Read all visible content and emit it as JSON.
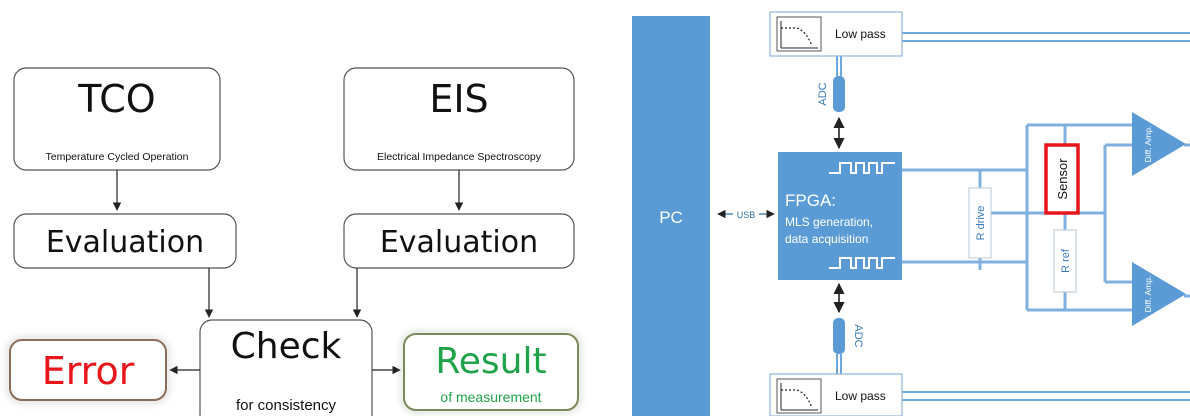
{
  "flowchart": {
    "tco": {
      "title": "TCO",
      "subtitle": "Temperature Cycled Operation"
    },
    "eis": {
      "title": "EIS",
      "subtitle": "Electrical Impedance Spectroscopy"
    },
    "evaluation_left": "Evaluation",
    "evaluation_right": "Evaluation",
    "check": {
      "title": "Check",
      "subtitle": "for consistency"
    },
    "error": "Error",
    "result": {
      "title": "Result",
      "subtitle": "of measurement"
    }
  },
  "schematic": {
    "pc_label": "PC",
    "usb_label": "USB",
    "fpga": {
      "title": "FPGA:",
      "line1": "MLS generation,",
      "line2": "data acquisition"
    },
    "low_pass_top": "Low pass",
    "low_pass_bottom": "Low pass",
    "adc_top": "ADC",
    "adc_bottom": "ADC",
    "r_drive": "R drive",
    "r_ref": "R ref",
    "sensor": "Sensor",
    "diff_amp_top": "Diff. Amp.",
    "diff_amp_bottom": "Diff. Amp."
  },
  "colors": {
    "block_blue": "#5b9bd5",
    "wire_blue": "#6fa8dc",
    "error_red": "#e8151b",
    "result_green": "#21a34a",
    "sensor_border": "#e8151b"
  }
}
